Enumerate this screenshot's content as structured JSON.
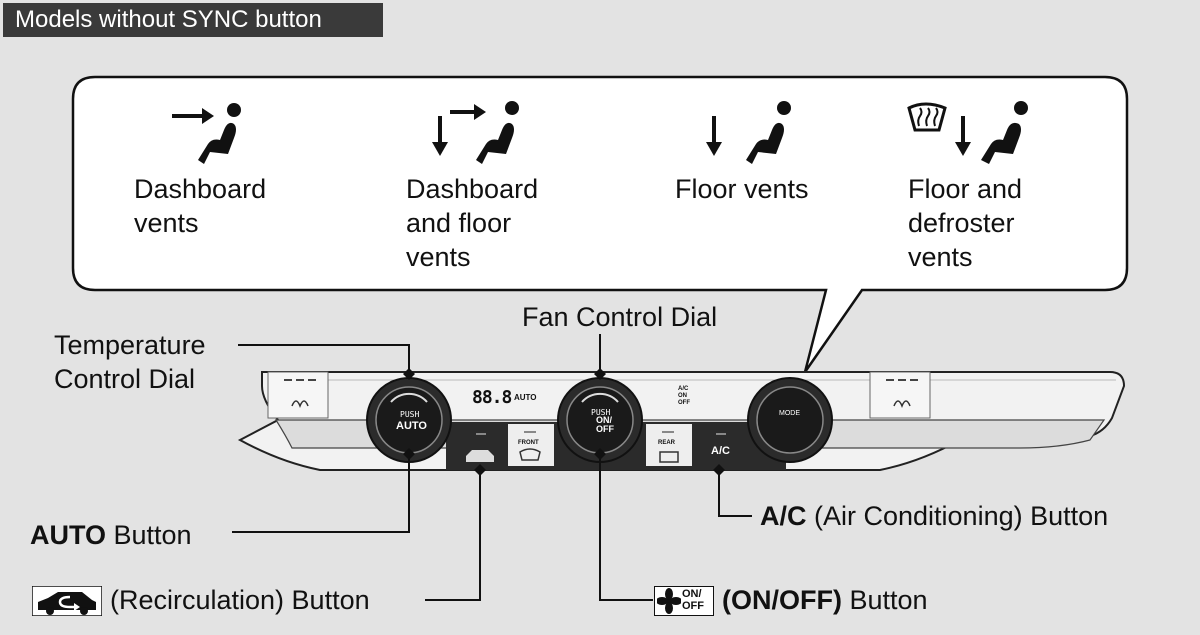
{
  "header": {
    "title": "Models without SYNC button"
  },
  "modes": [
    {
      "icon": "dashboard-vents-icon",
      "label": "Dashboard\nvents"
    },
    {
      "icon": "dashboard-and-floor-vents-icon",
      "label": "Dashboard\nand floor\nvents"
    },
    {
      "icon": "floor-vents-icon",
      "label": "Floor vents"
    },
    {
      "icon": "floor-and-defroster-vents-icon",
      "label": "Floor and\ndefroster\nvents"
    }
  ],
  "callouts": {
    "temperature_dial": "Temperature\nControl Dial",
    "fan_dial": "Fan Control Dial",
    "auto_button_bold": "AUTO",
    "auto_button_rest": " Button",
    "recirc_button": "(Recirculation) Button",
    "ac_button_bold": "A/C",
    "ac_button_rest": " (Air Conditioning) Button",
    "onoff_button_bold": "(ON/OFF)",
    "onoff_button_rest": " Button",
    "onoff_icon_text": "ON/\nOFF"
  },
  "panel": {
    "left_dial_top": "PUSH",
    "left_dial_main": "AUTO",
    "center_dial_top": "PUSH",
    "center_dial_main": "ON/\nOFF",
    "right_dial_main": "MODE",
    "display_digits": "88.8",
    "display_auto": "AUTO",
    "ac_indicator": "A/C\nON\nOFF",
    "front_label": "FRONT",
    "rear_label": "REAR",
    "ac_button": "A/C"
  },
  "colors": {
    "background": "#e3e3e3",
    "header_bg": "#3a3a3a",
    "panel_dark": "#2b2b2b"
  }
}
